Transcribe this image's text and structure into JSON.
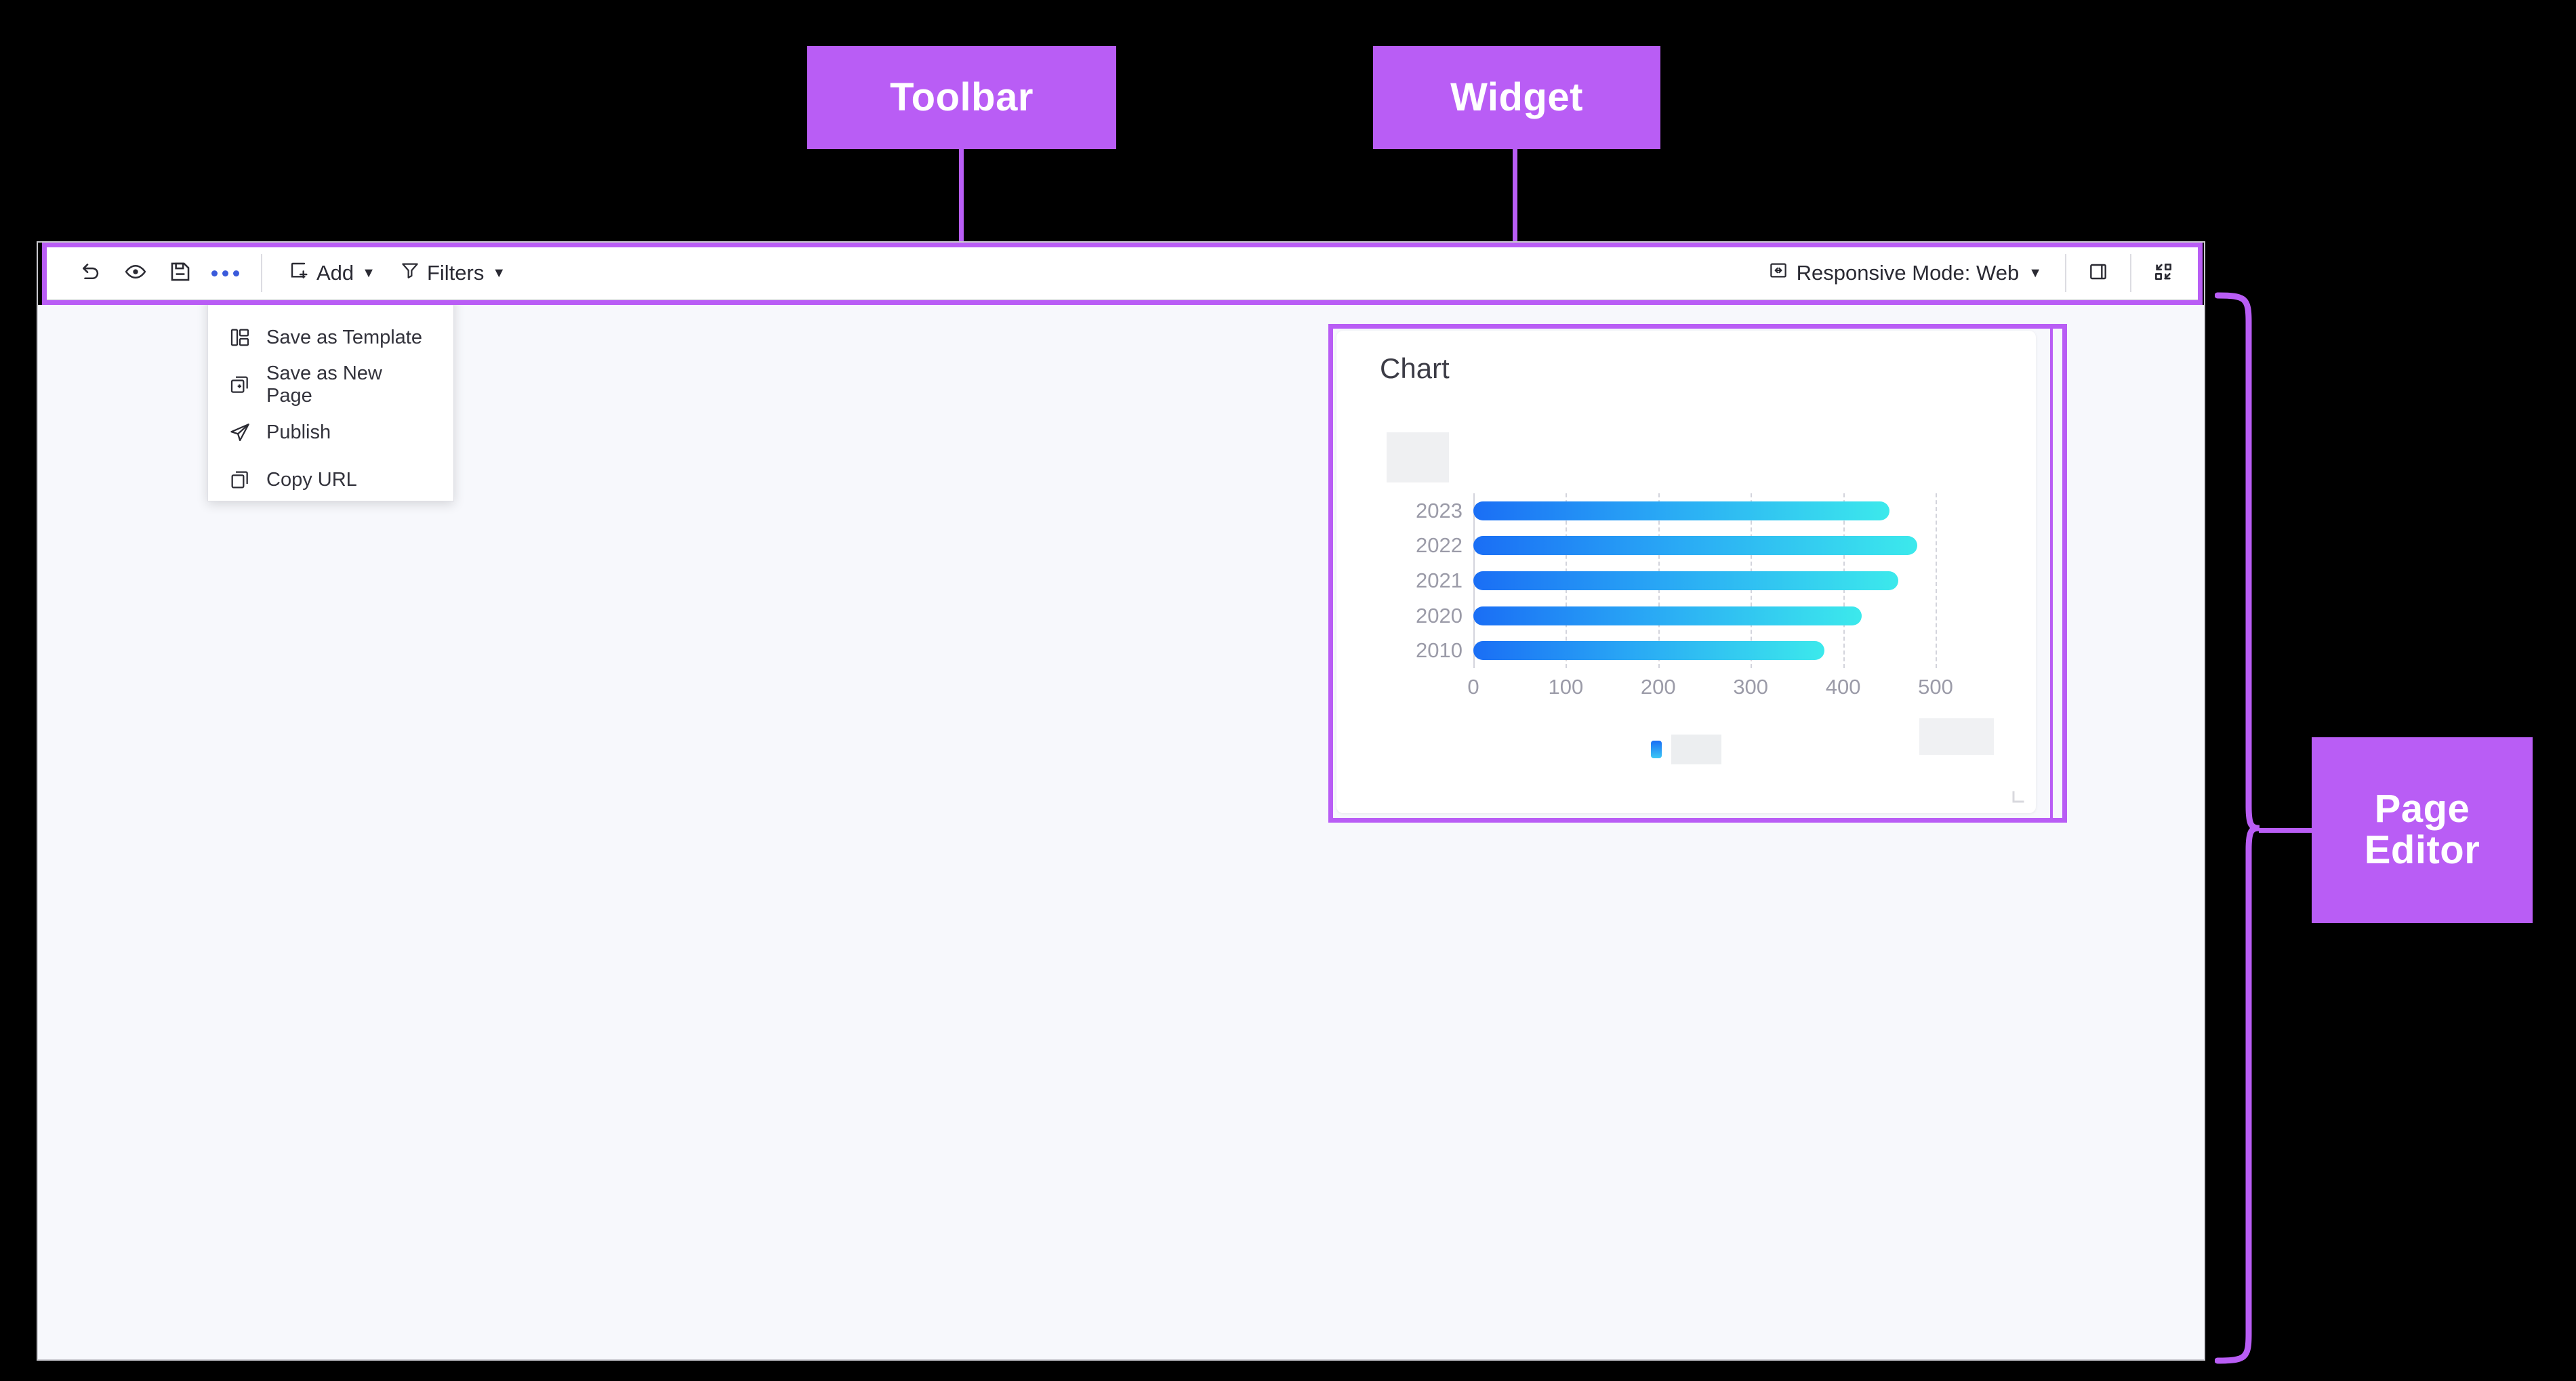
{
  "annotations": {
    "toolbar_label": "Toolbar",
    "widget_label": "Widget",
    "page_editor_label_line1": "Page",
    "page_editor_label_line2": "Editor",
    "accent_color": "#b95df5"
  },
  "toolbar": {
    "buttons": [
      {
        "name": "undo",
        "icon": "undo-icon",
        "label": "Undo"
      },
      {
        "name": "preview",
        "icon": "eye-icon",
        "label": "Preview"
      },
      {
        "name": "save",
        "icon": "save-icon",
        "label": "Save"
      },
      {
        "name": "more",
        "icon": "more-options-icon",
        "label": "More options"
      }
    ],
    "add_label": "Add",
    "filters_label": "Filters",
    "responsive_mode_label": "Responsive Mode: Web",
    "panel_toggle_label": "Toggle side panel",
    "fullscreen_label": "Fullscreen"
  },
  "dropdown": {
    "items": [
      {
        "label": "Save as Template",
        "icon": "template-icon"
      },
      {
        "label": "Save as New Page",
        "icon": "copy-plus-icon"
      },
      {
        "label": "Publish",
        "icon": "send-icon"
      },
      {
        "label": "Copy URL",
        "icon": "copy-icon"
      }
    ]
  },
  "widget": {
    "title": "Chart",
    "bar_gradient_start": "#1a6ef5",
    "bar_gradient_end": "#3ce9ec"
  },
  "chart_data": {
    "type": "bar",
    "orientation": "horizontal",
    "title": "Chart",
    "categories": [
      "2023",
      "2022",
      "2021",
      "2020",
      "2010"
    ],
    "values": [
      450,
      480,
      460,
      420,
      380
    ],
    "series": [
      {
        "name": "",
        "values": [
          450,
          480,
          460,
          420,
          380
        ]
      }
    ],
    "xlabel": "",
    "ylabel": "",
    "xticks": [
      0,
      100,
      200,
      300,
      400,
      500
    ],
    "xlim": [
      0,
      500
    ],
    "grid": true,
    "legend_position": "bottom"
  }
}
